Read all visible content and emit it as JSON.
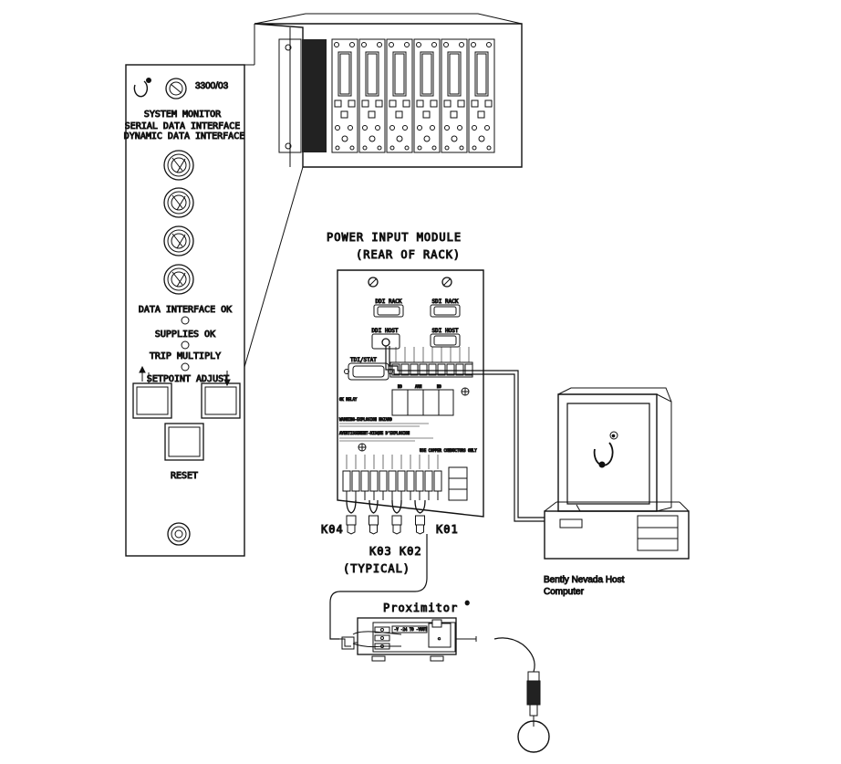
{
  "monitor": {
    "model": "3300/03",
    "title_lines": [
      "SYSTEM MONITOR",
      "SERIAL DATA INTERFACE",
      "DYNAMIC DATA INTERFACE"
    ],
    "led_labels": [
      "DATA INTERFACE OK",
      "SUPPLIES OK",
      "TRIP MULTIPLY"
    ],
    "setpoint_label": "SETPOINT ADJUST",
    "reset_label": "RESET"
  },
  "power_module": {
    "title": "POWER INPUT MODULE",
    "subtitle": "(REAR OF RACK)",
    "ports": {
      "ddi_rack": "DDI RACK",
      "sdi_rack": "SDI RACK",
      "ddi_host": "DDI HOST",
      "sdi_host": "SDI HOST",
      "tdi_stat": "TDI/STAT"
    },
    "ok_relay": "OK RELAY",
    "relay_contacts": [
      "NO",
      "ARM",
      "NO"
    ],
    "warning_1": "WARNING-EXPLOSION HAZARD",
    "warning_2": "AVERTISSEMENT-RISQUE D'EXPLOSION",
    "copper_note": "USE COPPER CONDUCTORS ONLY"
  },
  "relays": {
    "k04": "K04",
    "k03_k02": "K03 K02",
    "k01": "K01",
    "typical": "(TYPICAL)"
  },
  "proximitor": {
    "label": "Proximitor",
    "registered": "®"
  },
  "host_computer": {
    "line1": "Bently Nevada Host",
    "line2": "Computer",
    "logo": "®"
  }
}
